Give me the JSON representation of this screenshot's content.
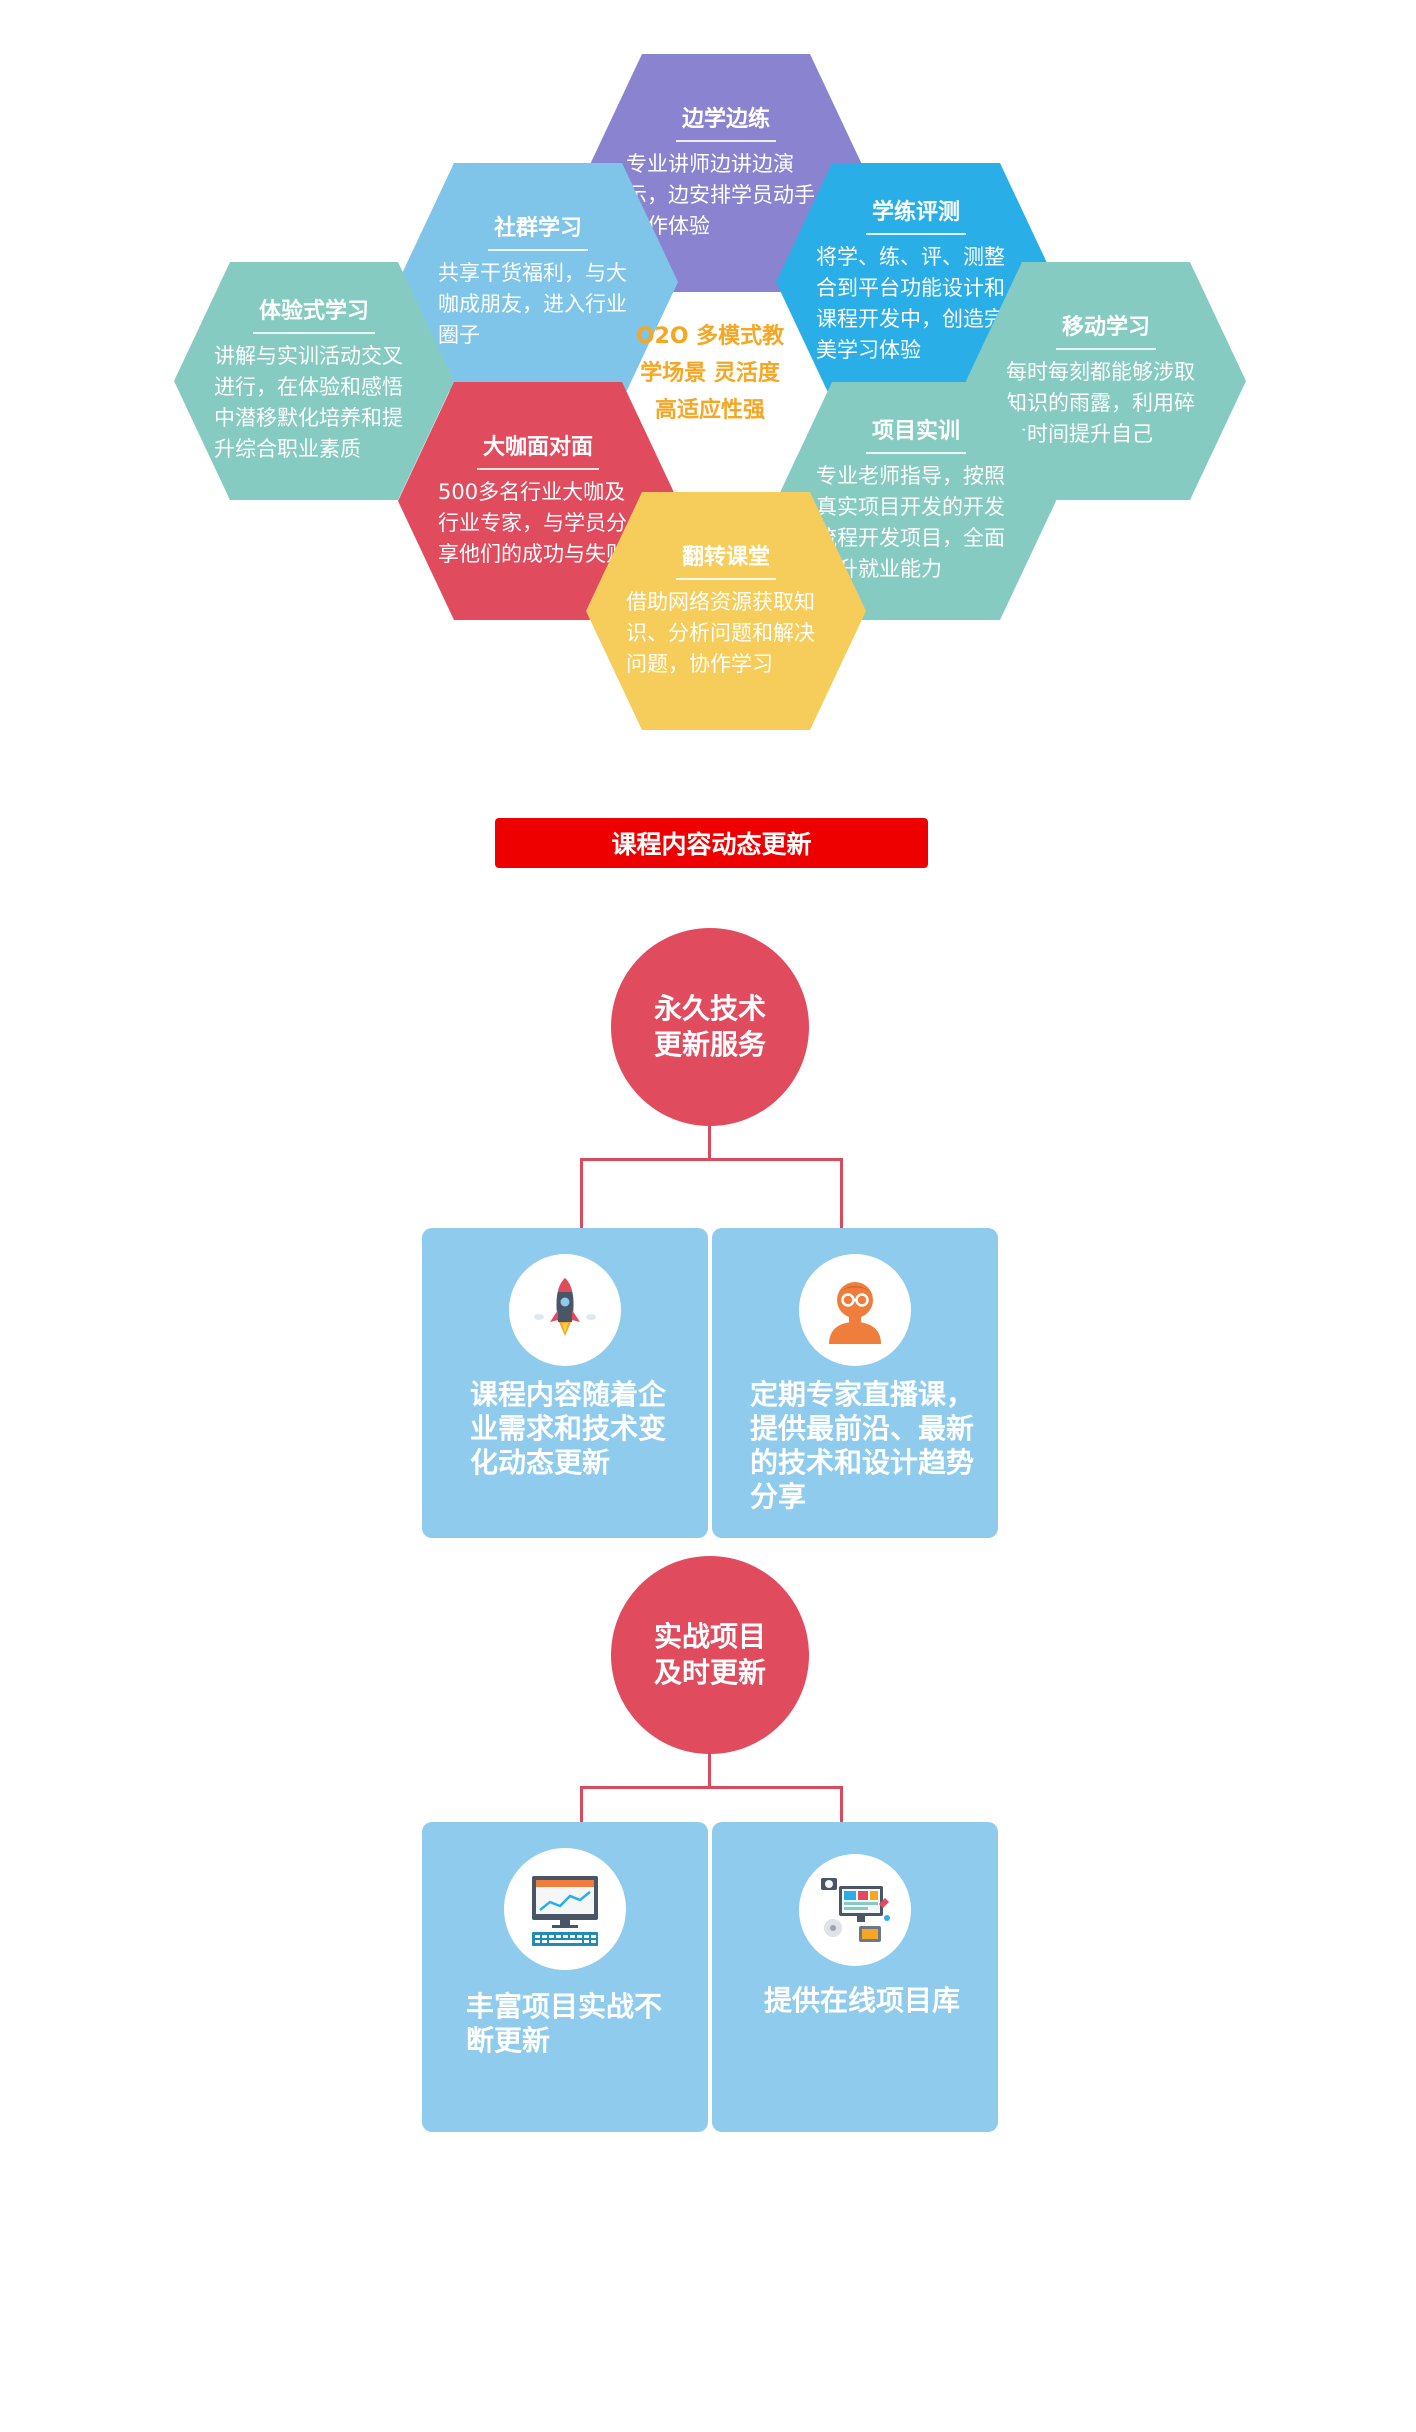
{
  "hexagons": [
    {
      "title": "边学边练",
      "desc": "专业讲师边讲边演示，边安排学员动手操作体验",
      "color": "#8a83cf"
    },
    {
      "title": "社群学习",
      "desc": "共享干货福利，与大咖成朋友，进入行业圈子",
      "color": "#7fc5ea"
    },
    {
      "title": "学练评测",
      "desc": "将学、练、评、测整合到平台功能设计和课程开发中，创造完美学习体验",
      "color": "#2aaee7"
    },
    {
      "title": "体验式学习",
      "desc": "讲解与实训活动交叉进行，在体验和感悟中潜移默化培养和提升综合职业素质",
      "color": "#86cbc2"
    },
    {
      "title": "移动学习",
      "desc": "每时每刻都能够涉取知识的雨露，利用碎片时间提升自己",
      "color": "#86cbc2"
    },
    {
      "title": "大咖面对面",
      "desc": "500多名行业大咖及行业专家，与学员分享他们的成功与失败",
      "color": "#e04b5e"
    },
    {
      "title": "项目实训",
      "desc": "专业老师指导，按照真实项目开发的开发流程开发项目，全面提升就业能力",
      "color": "#86cbc2"
    },
    {
      "title": "翻转课堂",
      "desc": "借助网络资源获取知识、分析问题和解决问题，协作学习",
      "color": "#f6cc5a"
    }
  ],
  "center_text": [
    "O2O 多模式教",
    "学场景 灵活度",
    "高适应性强"
  ],
  "banner": "课程内容动态更新",
  "section1": {
    "circle": [
      "永久技术",
      "更新服务"
    ],
    "cards": [
      {
        "text": "课程内容随着企业需求和技术变化动态更新",
        "icon": "rocket-icon"
      },
      {
        "text": "定期专家直播课，提供最前沿、最新的技术和设计趋势分享",
        "icon": "expert-avatar-icon"
      }
    ]
  },
  "section2": {
    "circle": [
      "实战项目",
      "及时更新"
    ],
    "cards": [
      {
        "text": "丰富项目实战不断更新",
        "icon": "computer-monitor-icon"
      },
      {
        "text": "提供在线项目库",
        "icon": "project-library-icon"
      }
    ]
  },
  "colors": {
    "accent_red": "#e04b5e",
    "banner_red": "#ee0000",
    "card_blue": "#8ecbec",
    "center_orange": "#f5a623"
  }
}
